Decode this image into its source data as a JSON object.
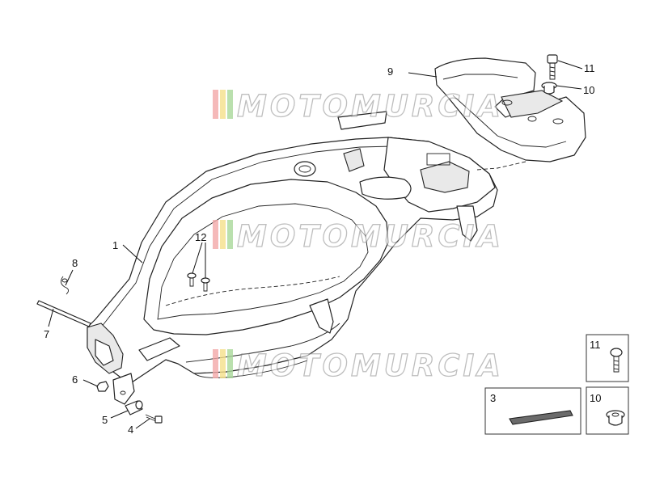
{
  "watermark": {
    "text": "MOTOMURCIA",
    "stripe_colors": [
      "#f2a7a7",
      "#f5e08a",
      "#a9d89a"
    ]
  },
  "callouts": {
    "c1": "1",
    "c3": "3",
    "c4": "4",
    "c5": "5",
    "c6": "6",
    "c7": "7",
    "c8": "8",
    "c9": "9",
    "c10": "10",
    "c11": "11",
    "c12": "12"
  },
  "insets": {
    "bolt": "11",
    "bushing": "10",
    "strip": "3"
  }
}
